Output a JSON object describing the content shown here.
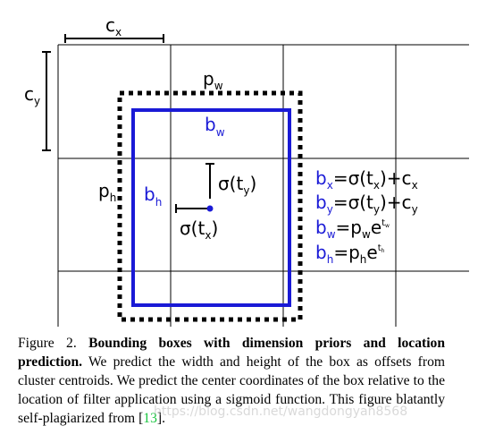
{
  "colors": {
    "grid": "#000000",
    "prior_box": "#000000",
    "pred_box": "#1a1ad6",
    "text": "#000000",
    "blue_text": "#1a1ad6",
    "citation": "#17c43e"
  },
  "labels": {
    "cx_main": "c",
    "cx_sub": "x",
    "cy_main": "c",
    "cy_sub": "y",
    "pw_main": "p",
    "pw_sub": "w",
    "ph_main": "p",
    "ph_sub": "h",
    "bw_main": "b",
    "bw_sub": "w",
    "bh_main": "b",
    "bh_sub": "h",
    "sig_ty_pre": "σ(t",
    "sig_ty_sub": "y",
    "sig_ty_post": ")",
    "sig_tx_pre": "σ(t",
    "sig_tx_sub": "x",
    "sig_tx_post": ")"
  },
  "equations": {
    "eq1": {
      "lhs": "b",
      "lhs_sub": "x",
      "mid": "=σ(t",
      "mid_sub": "x",
      "rhs": ")+c",
      "rhs_sub": "x"
    },
    "eq2": {
      "lhs": "b",
      "lhs_sub": "y",
      "mid": "=σ(t",
      "mid_sub": "y",
      "rhs": ")+c",
      "rhs_sub": "y"
    },
    "eq3": {
      "lhs": "b",
      "lhs_sub": "w",
      "mid": "=p",
      "mid_sub": "w",
      "rhs": "e",
      "rhs_sup": "t",
      "rhs_sup_sub": "w"
    },
    "eq4": {
      "lhs": "b",
      "lhs_sub": "h",
      "mid": "=p",
      "mid_sub": "h",
      "rhs": "e",
      "rhs_sup": "t",
      "rhs_sup_sub": "h"
    }
  },
  "caption": {
    "figure_label": "Figure 2.",
    "title_bold": "Bounding boxes with dimension priors and location prediction.",
    "body": "We predict the width and height of the box as offsets from cluster centroids.  We predict the center coordinates of the box relative to the location of filter application using a sigmoid function. This figure blatantly self-plagiarized from [",
    "citation": "13",
    "end": "]."
  },
  "watermark": "https://blog.csdn.net/wangdongyan8568"
}
